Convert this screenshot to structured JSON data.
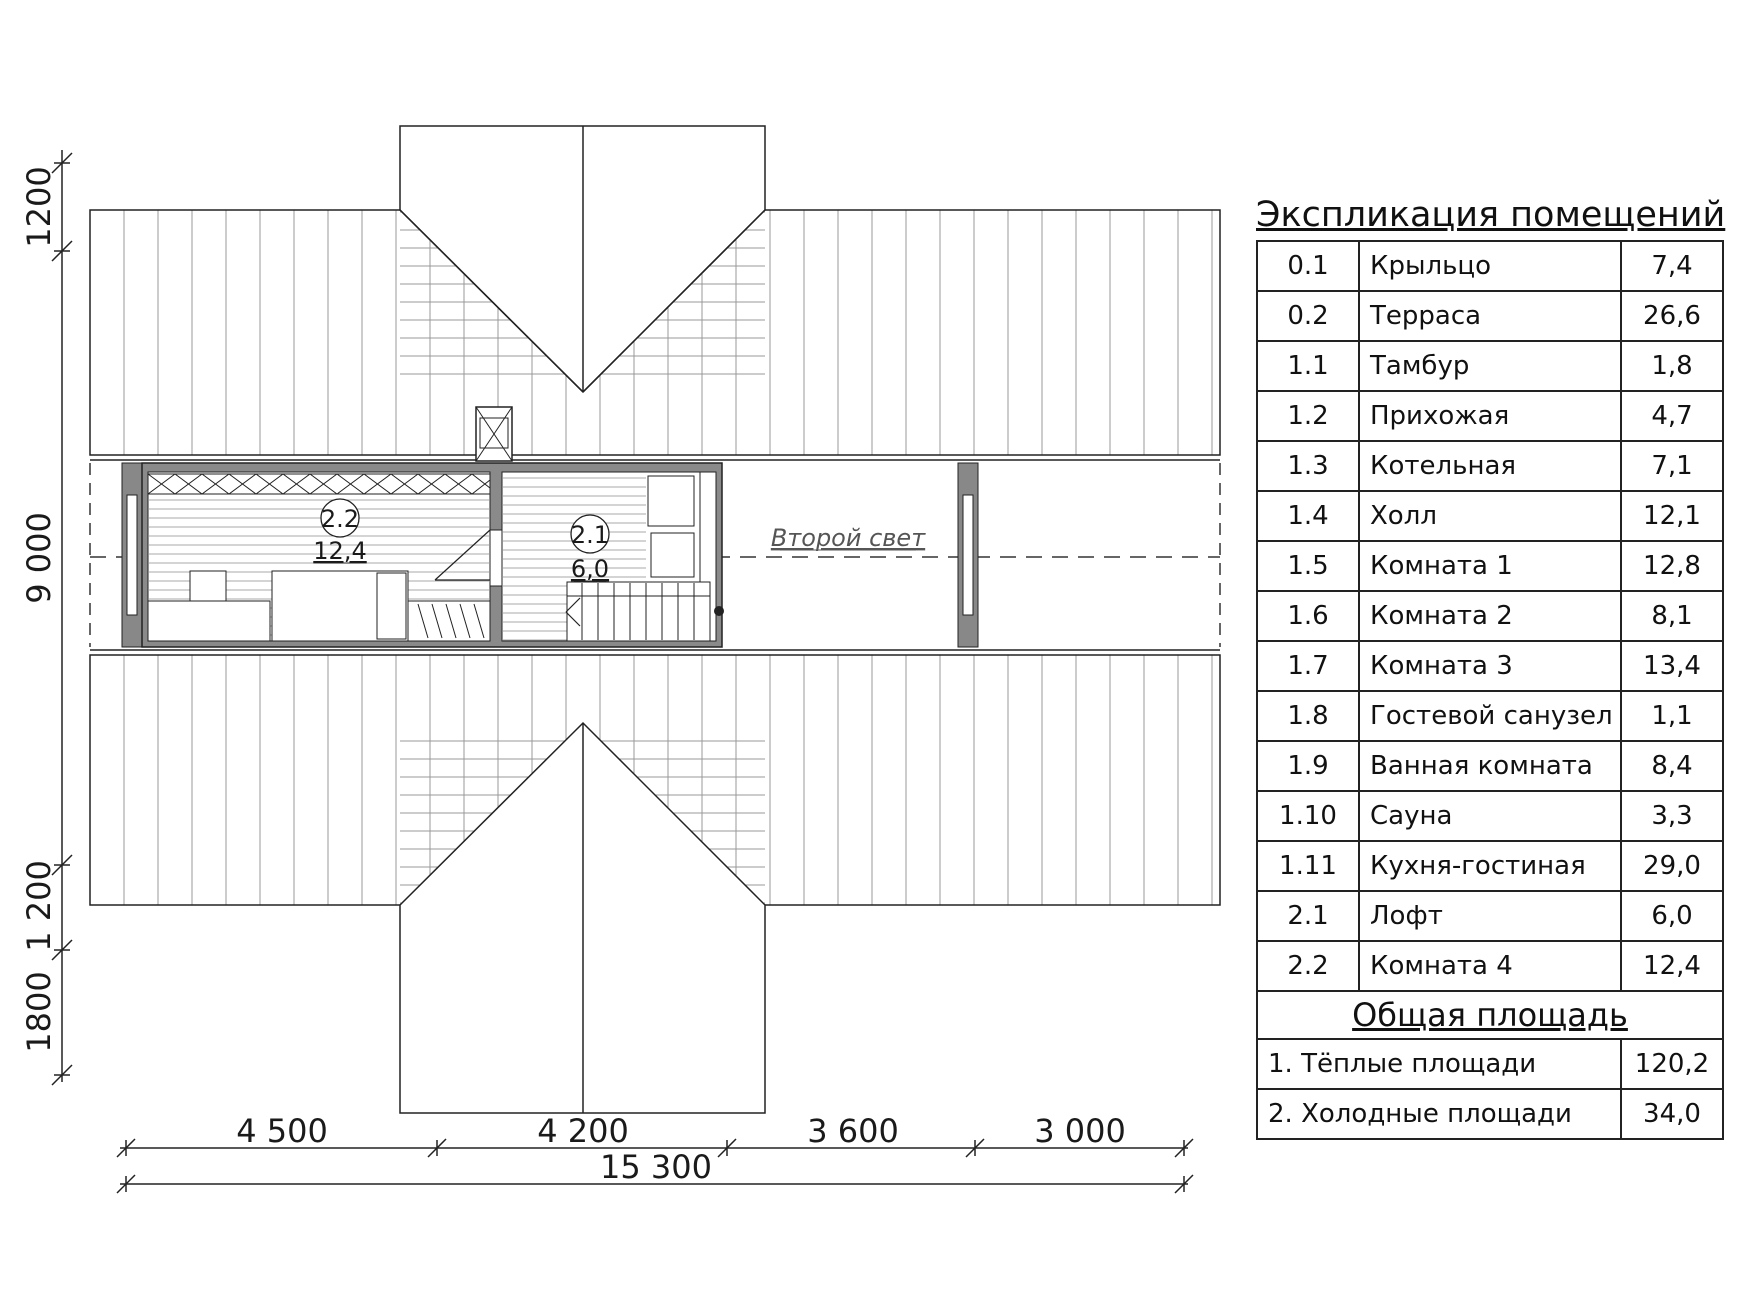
{
  "dimensions": {
    "left": [
      "1200",
      "9 000",
      "1 200",
      "1800"
    ],
    "bottom": [
      "4 500",
      "4 200",
      "3 600",
      "3 000"
    ],
    "overall": "15 300"
  },
  "rooms": {
    "room_22": {
      "id": "2.2",
      "area": "12,4"
    },
    "room_21": {
      "id": "2.1",
      "area": "6,0"
    },
    "second_light": "Второй свет"
  },
  "explication": {
    "title": "Экспликация помещений",
    "rows": [
      {
        "num": "0.1",
        "name": "Крыльцо",
        "area": "7,4"
      },
      {
        "num": "0.2",
        "name": "Терраса",
        "area": "26,6"
      },
      {
        "num": "1.1",
        "name": "Тамбур",
        "area": "1,8"
      },
      {
        "num": "1.2",
        "name": "Прихожая",
        "area": "4,7"
      },
      {
        "num": "1.3",
        "name": "Котельная",
        "area": "7,1"
      },
      {
        "num": "1.4",
        "name": "Холл",
        "area": "12,1"
      },
      {
        "num": "1.5",
        "name": "Комната 1",
        "area": "12,8"
      },
      {
        "num": "1.6",
        "name": "Комната 2",
        "area": "8,1"
      },
      {
        "num": "1.7",
        "name": "Комната 3",
        "area": "13,4"
      },
      {
        "num": "1.8",
        "name": "Гостевой санузел",
        "area": "1,1"
      },
      {
        "num": "1.9",
        "name": "Ванная комната",
        "area": "8,4"
      },
      {
        "num": "1.10",
        "name": "Сауна",
        "area": "3,3"
      },
      {
        "num": "1.11",
        "name": "Кухня-гостиная",
        "area": "29,0"
      },
      {
        "num": "2.1",
        "name": "Лофт",
        "area": "6,0"
      },
      {
        "num": "2.2",
        "name": "Комната 4",
        "area": "12,4"
      }
    ],
    "total_title": "Общая площадь",
    "totals": [
      {
        "name": "1. Тёплые площади",
        "area": "120,2"
      },
      {
        "name": "2. Холодные площади",
        "area": "34,0"
      }
    ]
  }
}
